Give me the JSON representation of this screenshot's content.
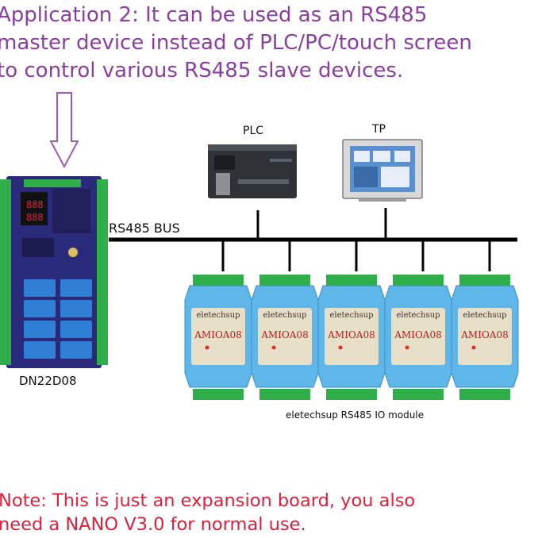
{
  "headline": {
    "line1": "Application 2: It can be used as an RS485",
    "line2": "master device instead of PLC/PC/touch screen",
    "line3": "to control various RS485 slave devices."
  },
  "labels": {
    "plc": "PLC",
    "tp": "TP",
    "bus": "RS485 BUS",
    "master_board": "DN22D08",
    "io_modules": "eletechsup RS485 IO module"
  },
  "module": {
    "brand": "eletechsup",
    "model": "AMIOA08",
    "count": 5
  },
  "note": {
    "line1": "Note: This is just an expansion board, you also",
    "line2": "need a NANO V3.0 for normal use."
  },
  "colors": {
    "headline": "#8a3fa0",
    "note": "#e0203a",
    "board": "#2a2a7a",
    "terminal": "#2fae4a",
    "relay": "#2f7fd6",
    "module_body": "#5fb6e8"
  }
}
